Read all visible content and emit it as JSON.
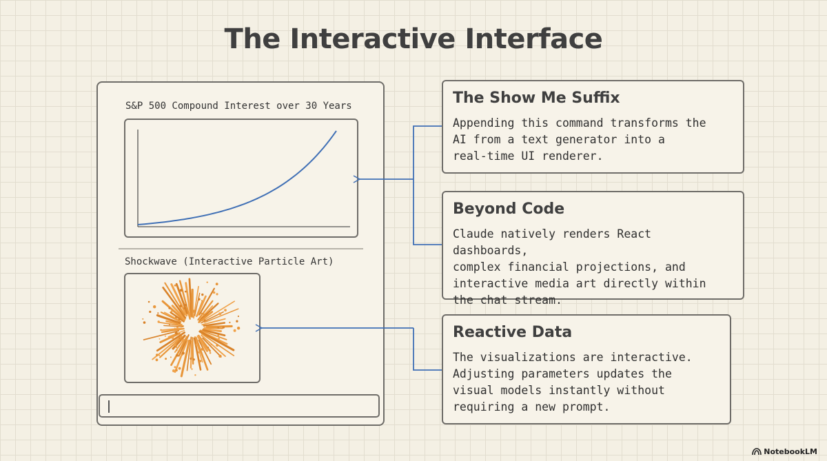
{
  "page": {
    "title": "The Interactive Interface"
  },
  "left_panel": {
    "chart_label": "S&P 500 Compound Interest over 30 Years",
    "art_label": "Shockwave (Interactive Particle Art)"
  },
  "chart_data": {
    "type": "line",
    "title": "S&P 500 Compound Interest over 30 Years",
    "xlabel": "",
    "ylabel": "",
    "grid": false,
    "legend": "none",
    "series": [
      {
        "color": "#3f6fb5",
        "x": [
          0,
          5,
          10,
          15,
          20,
          25,
          30
        ],
        "values": [
          1.0,
          1.61,
          2.59,
          4.18,
          6.73,
          10.83,
          17.45
        ]
      }
    ]
  },
  "art": {
    "colors": [
      "#e8963a",
      "#f0a24a",
      "#d9832a"
    ]
  },
  "cards": [
    {
      "heading": "The Show Me Suffix",
      "body": "Appending this command transforms the\nAI from a text generator into a\nreal-time UI renderer."
    },
    {
      "heading": "Beyond Code",
      "body": "Claude natively renders React dashboards,\ncomplex financial projections, and\ninteractive media art directly within\nthe chat stream."
    },
    {
      "heading": "Reactive Data",
      "body": "The visualizations are interactive.\nAdjusting parameters updates the\nvisual models instantly without\nrequiring a new prompt."
    }
  ],
  "connector_color": "#3f6fb5",
  "branding": {
    "name": "NotebookLM",
    "icon": "notebooklm-logo-icon"
  }
}
